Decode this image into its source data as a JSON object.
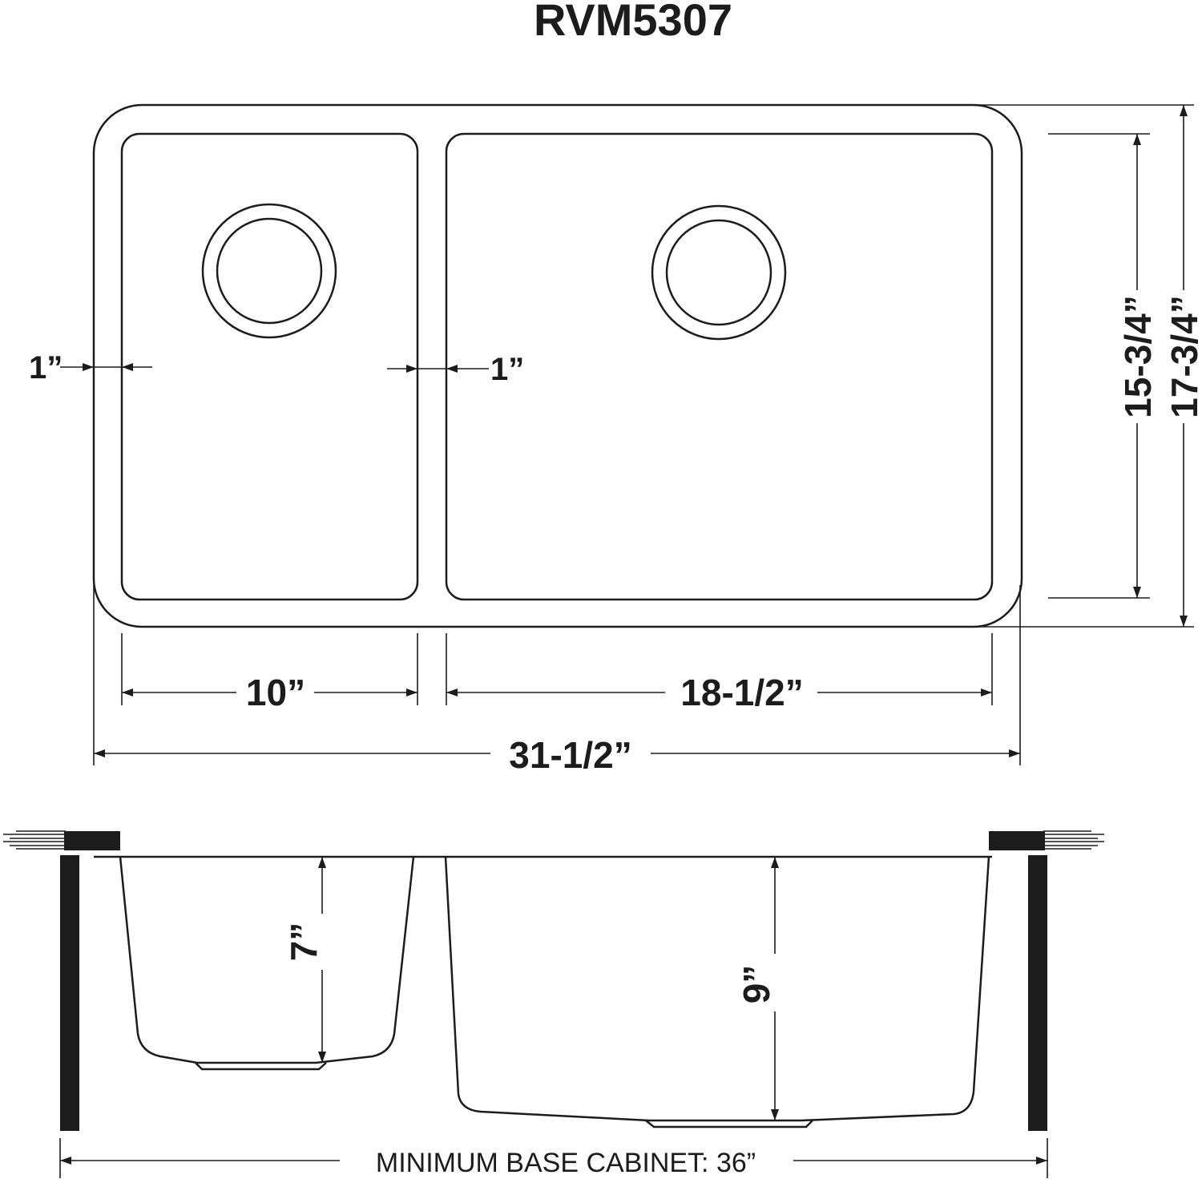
{
  "title": "RVM5307",
  "top_view": {
    "left_offset": "1”",
    "divider_width": "1”",
    "left_bowl_width": "10”",
    "right_bowl_width": "18-1/2”",
    "overall_width": "31-1/2”",
    "bowl_depth": "15-3/4”",
    "overall_depth": "17-3/4”"
  },
  "side_view": {
    "left_bowl_depth": "7”",
    "right_bowl_depth": "9”",
    "cabinet_label": "MINIMUM BASE CABINET: 36”"
  },
  "colors": {
    "ink": "#1c1c1c",
    "background": "#ffffff"
  }
}
